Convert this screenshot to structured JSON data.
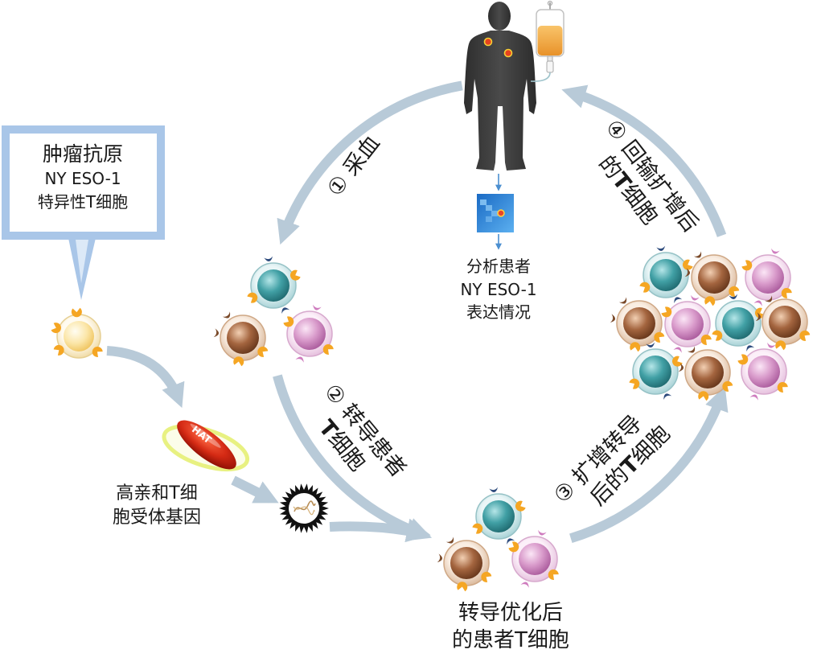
{
  "callout": {
    "line1": "肿瘤抗原",
    "line2": "NY ESO-1",
    "line3": "特异性T细胞"
  },
  "steps": {
    "step1": {
      "label": "① 采血"
    },
    "step2": {
      "line1": "② 转导患者",
      "line2_bold": "T",
      "line2_rest": "细胞"
    },
    "step3": {
      "line1": "③ 扩增转导",
      "line2_pre": "后的",
      "line2_bold": "T",
      "line2_rest": "细胞"
    },
    "step4": {
      "line1": "④ 回输扩增后",
      "line2_pre": "的",
      "line2_bold": "T",
      "line2_rest": "细胞"
    }
  },
  "analysis": {
    "line1": "分析患者",
    "line2": "NY ESO-1",
    "line3": "表达情况"
  },
  "gene": {
    "line1": "高亲和T细",
    "line2": "胞受体基因",
    "capsule_label": "HAT"
  },
  "result": {
    "line1": "转导优化后",
    "line2": "的患者T细胞"
  },
  "colors": {
    "arrow": "#b8cad8",
    "callout_border": "#a9c6e8",
    "silhouette": "#3b3b3b",
    "capsule": "#d42a14",
    "receptor_orange": "#f5a623",
    "receptor_navy": "#2c4a7c"
  }
}
